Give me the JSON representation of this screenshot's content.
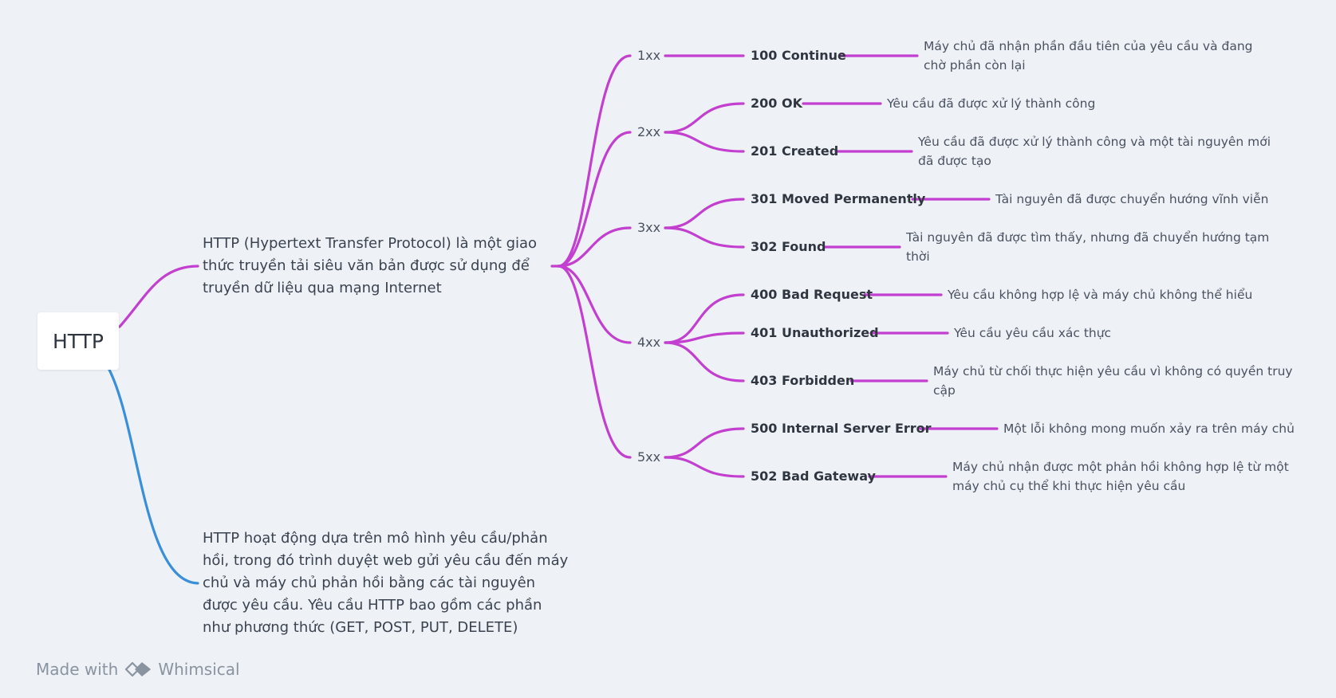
{
  "root": {
    "label": "HTTP"
  },
  "topics": [
    {
      "text": "HTTP (Hypertext Transfer Protocol) là một giao thức truyền tải siêu văn bản được sử dụng để truyền dữ liệu qua mạng Internet"
    },
    {
      "text": "HTTP hoạt động dựa trên mô hình yêu cầu/phản hồi, trong đó trình duyệt web gửi yêu cầu đến máy chủ và máy chủ phản hồi bằng các tài nguyên được yêu cầu. Yêu cầu HTTP bao gồm các phần như phương thức (GET, POST, PUT, DELETE)"
    }
  ],
  "classes": [
    {
      "label": "1xx",
      "codes": [
        {
          "code": "100 Continue",
          "desc": "Máy chủ đã nhận phần đầu tiên của yêu cầu và đang chờ phần còn lại"
        }
      ]
    },
    {
      "label": "2xx",
      "codes": [
        {
          "code": "200 OK",
          "desc": "Yêu cầu đã được xử lý thành công"
        },
        {
          "code": "201 Created",
          "desc": "Yêu cầu đã được xử lý thành công và một tài nguyên mới đã được tạo"
        }
      ]
    },
    {
      "label": "3xx",
      "codes": [
        {
          "code": "301 Moved Permanently",
          "desc": "Tài nguyên đã được chuyển hướng vĩnh viễn"
        },
        {
          "code": "302 Found",
          "desc": "Tài nguyên đã được tìm thấy, nhưng đã chuyển hướng tạm thời"
        }
      ]
    },
    {
      "label": "4xx",
      "codes": [
        {
          "code": "400 Bad Request",
          "desc": "Yêu cầu không hợp lệ và máy chủ không thể hiểu"
        },
        {
          "code": "401 Unauthorized",
          "desc": "Yêu cầu yêu cầu xác thực"
        },
        {
          "code": "403 Forbidden",
          "desc": "Máy chủ từ chối thực hiện yêu cầu vì không có quyền truy cập"
        }
      ]
    },
    {
      "label": "5xx",
      "codes": [
        {
          "code": "500 Internal Server Error",
          "desc": "Một lỗi không mong muốn xảy ra trên máy chủ"
        },
        {
          "code": "502 Bad Gateway",
          "desc": "Máy chủ nhận được một phản hồi không hợp lệ từ một máy chủ cụ thể khi thực hiện yêu cầu"
        }
      ]
    }
  ],
  "colors": {
    "purple": "#c23fcf",
    "blue": "#3a8fd8"
  },
  "footer": {
    "made_with": "Made with",
    "brand": "Whimsical"
  }
}
